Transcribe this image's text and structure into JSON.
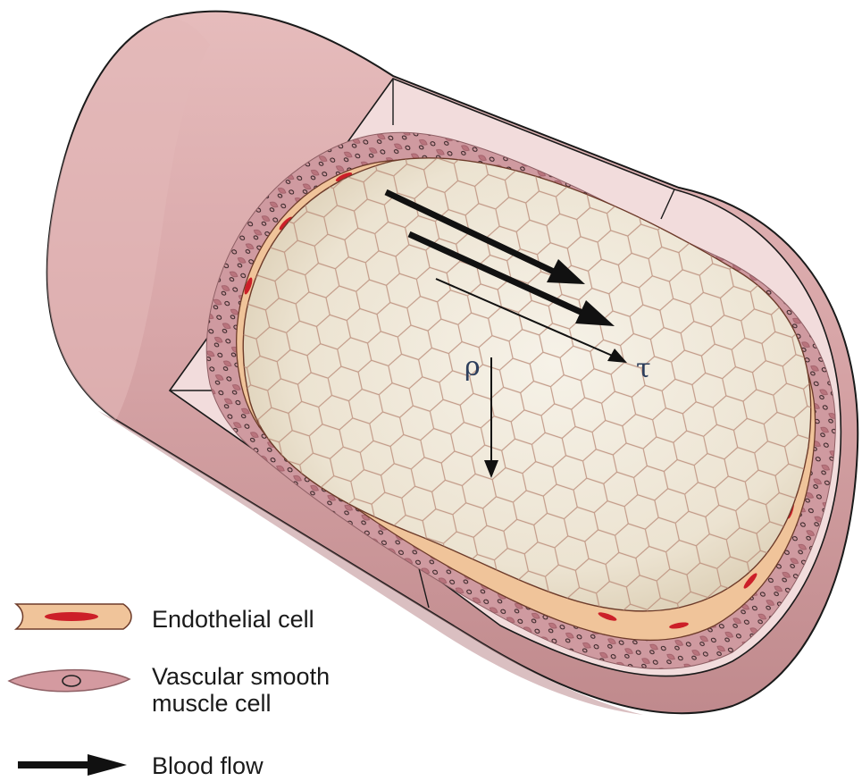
{
  "labels": {
    "rho": "ρ",
    "tau": "τ"
  },
  "legend": {
    "endothelial": "Endothelial cell",
    "vsmc_line1": "Vascular smooth",
    "vsmc_line2": "muscle cell",
    "blood_flow": "Blood flow"
  },
  "colors": {
    "vessel_outer": "#d9a7a9",
    "vessel_outer_dark": "#c48f92",
    "vessel_end": "#ead0cf",
    "cut_face": "#f3dede",
    "smooth_muscle": "#c98a90",
    "endothelium": "#f0c49a",
    "endothelial_nucleus": "#d0202a",
    "lumen": "#efe8da",
    "lumen_shade": "#d8ccb4",
    "cell_border": "#b7826f",
    "arrow": "#111111"
  }
}
